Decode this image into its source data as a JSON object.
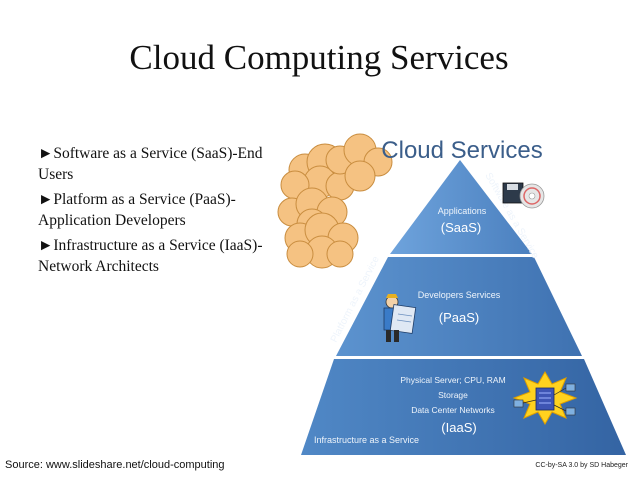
{
  "title": "Cloud Computing Services",
  "bullets": [
    "►Software as a Service (SaaS)-End Users",
    "►Platform as a Service (PaaS)-Application Developers",
    "►Infrastructure as a Service (IaaS)-Network Architects"
  ],
  "diagram": {
    "heading": "Cloud Services",
    "saas_layer": {
      "caption": "Applications",
      "label": "(SaaS)"
    },
    "paas_layer": {
      "caption": "Developers Services",
      "label": "(PaaS)"
    },
    "iaas_layer": {
      "captions": [
        "Physical Server; CPU, RAM",
        "Storage",
        "Data Center Networks"
      ],
      "label": "(IaaS)",
      "side_label": "Infrastructure as a Service"
    },
    "left_arrow_label": "Platform as a Service",
    "right_arrow_label": "Software as a Service",
    "credit": "CC-by-SA 3.0 by SD Habeger"
  },
  "source": "Source: www.slideshare.net/cloud-computing",
  "colors": {
    "pyramid_top": "#5b92cf",
    "pyramid_mid": "#4a82c0",
    "pyramid_bottom": "#3f74b3",
    "heading": "#3b5e8a",
    "cloud": "#f5c282"
  }
}
